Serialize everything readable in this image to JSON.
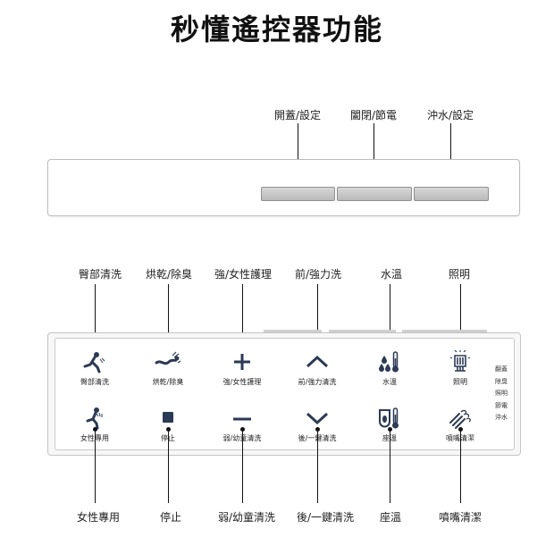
{
  "title": "秒懂遙控器功能",
  "top_remote": {
    "labels": [
      "開蓋/設定",
      "闔閉/節電",
      "沖水/設定"
    ]
  },
  "panel": {
    "top_labels": [
      "臀部清洗",
      "烘乾/除臭",
      "強/女性護理",
      "前/強力洗",
      "水溫",
      "照明"
    ],
    "row1_captions": [
      "臀部清洗",
      "烘乾/除臭",
      "強/女性護理",
      "前/強力清洗",
      "水溫",
      "照明"
    ],
    "row2_captions": [
      "女性專用",
      "停止",
      "弱/幼童清洗",
      "後/一鍵清洗",
      "座溫",
      "噴嘴清潔"
    ],
    "bottom_labels": [
      "女性專用",
      "停止",
      "弱/幼童清洗",
      "後/一鍵清洗",
      "座溫",
      "噴嘴清潔"
    ],
    "side_items": [
      "翻蓋",
      "除臭",
      "照明",
      "節電",
      "沖水"
    ]
  },
  "icons": {
    "row1": [
      "bidet-rear-icon",
      "dryer-deodorize-icon",
      "plus-icon",
      "chevron-up-icon",
      "water-temperature-icon",
      "light-icon"
    ],
    "row2": [
      "bidet-feminine-icon",
      "stop-icon",
      "minus-icon",
      "chevron-down-icon",
      "seat-temperature-icon",
      "nozzle-clean-icon"
    ]
  },
  "colors": {
    "icon": "#2b3a55",
    "text": "#222222"
  }
}
